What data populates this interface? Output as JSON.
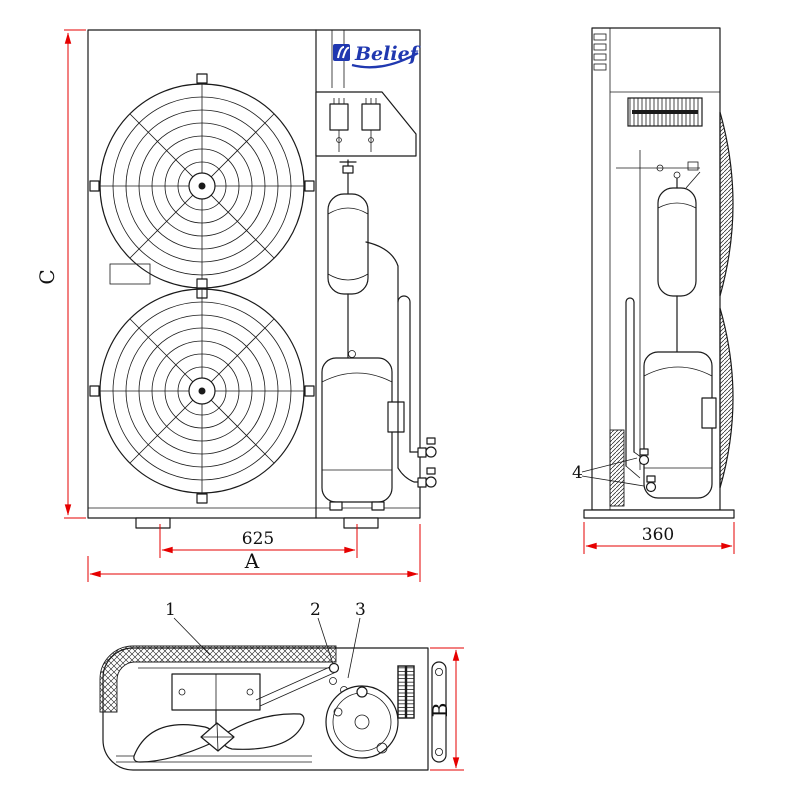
{
  "logo": {
    "text": "Belief"
  },
  "dimensions": {
    "overall_height": "C",
    "overall_width": "A",
    "foot_spacing": "625",
    "depth": "360",
    "top_view_depth": "B"
  },
  "callouts": {
    "item1": "1",
    "item2": "2",
    "item3": "3",
    "item4": "4"
  },
  "colors": {
    "dimension_lines": "#e60000",
    "drawing_lines": "#1a1a1a",
    "brand_blue": "#2038b0"
  }
}
